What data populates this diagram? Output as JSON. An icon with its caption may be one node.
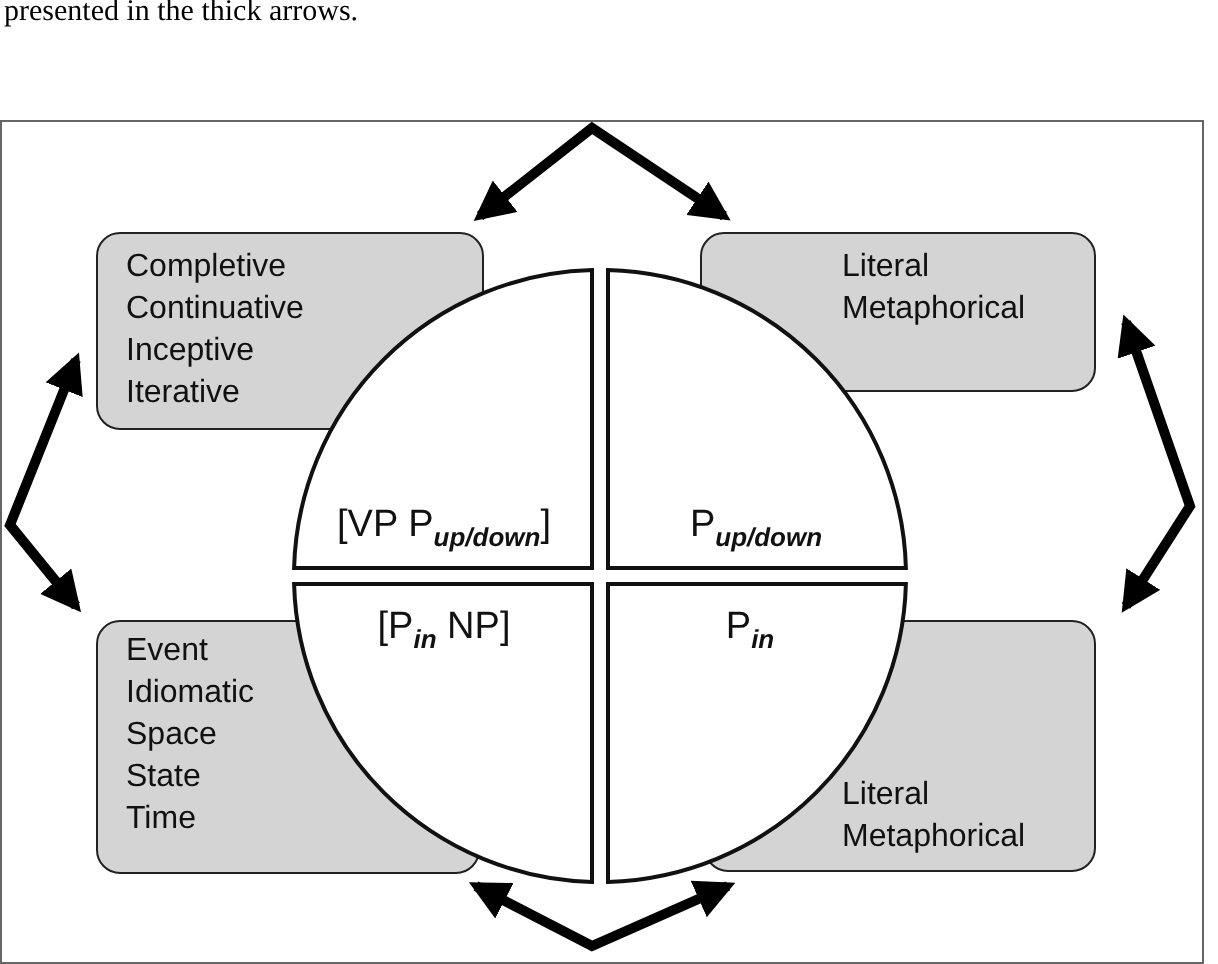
{
  "diagram": {
    "nodes": [
      {
        "text": [
          "Completive",
          "Continuative",
          "Inceptive",
          "Iterative"
        ]
      },
      {
        "text": [
          "Literal",
          "Metaphorical"
        ]
      },
      {
        "text": [
          "Event",
          "Idiomatic",
          "Space",
          "State",
          "Time"
        ]
      },
      {
        "text": [
          "Literal",
          "Metaphorical"
        ]
      },
      {
        "text": [
          "[VP P$_{up/down}$]"
        ]
      },
      {
        "text": [
          "P$_{up/down}$"
        ]
      },
      {
        "text": [
          "[P$_{in}$ NP]"
        ]
      },
      {
        "text": [
          "P$_{in}$"
        ]
      }
    ],
    "edges": [
      {
        "from": 0,
        "to": 1,
        "arrow": "both"
      },
      {
        "from": 0,
        "to": 2,
        "arrow": "both"
      },
      {
        "from": 1,
        "to": 3,
        "arrow": "both"
      },
      {
        "from": 2,
        "to": 3,
        "arrow": "both"
      }
    ],
    "labels": [
      "presented in the thick arrows."
    ]
  }
}
